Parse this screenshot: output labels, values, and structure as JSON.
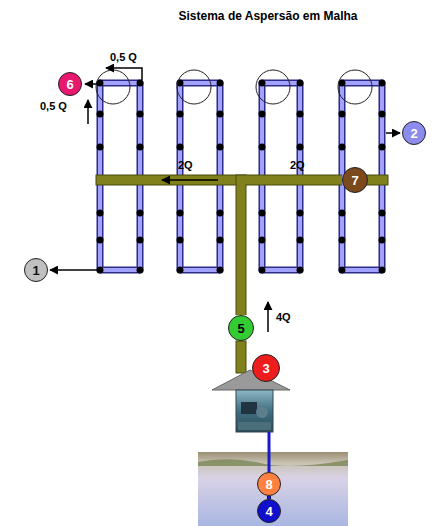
{
  "diagram": {
    "title": "Sistema de Aspersão em Malha",
    "nodes": [
      {
        "text": [
          "6"
        ]
      },
      {
        "text": [
          "2"
        ]
      },
      {
        "text": [
          "7"
        ]
      },
      {
        "text": [
          "1"
        ]
      },
      {
        "text": [
          "5"
        ]
      },
      {
        "text": [
          "3"
        ]
      },
      {
        "text": [
          "8"
        ]
      },
      {
        "text": [
          "4"
        ]
      }
    ],
    "edges": [
      {
        "from": 4,
        "to": 2,
        "arrow": "none"
      },
      {
        "from": 6,
        "to": 7,
        "arrow": "none"
      }
    ],
    "labels": [
      "0,5 Q",
      "0,5 Q",
      "2Q",
      "2Q",
      "4Q"
    ]
  }
}
